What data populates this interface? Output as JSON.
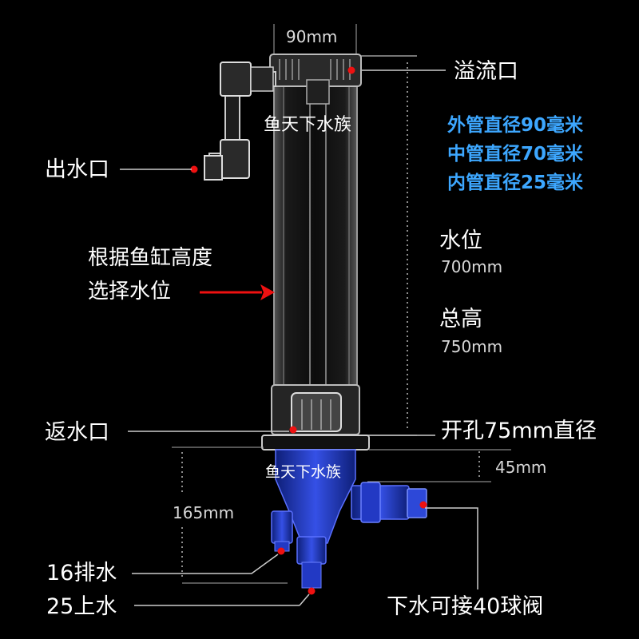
{
  "labels": {
    "top_width": "90mm",
    "overflow": "溢流口",
    "outlet": "出水口",
    "brand_top": "鱼天下水族",
    "spec_outer": "外管直径90毫米",
    "spec_mid": "中管直径70毫米",
    "spec_inner": "内管直径25毫米",
    "choose_line1": "根据鱼缸高度",
    "choose_line2": "选择水位",
    "water_level": "水位",
    "water_level_value": "700mm",
    "total_height": "总高",
    "total_height_value": "750mm",
    "return": "返水口",
    "hole": "开孔75mm直径",
    "dim_45": "45mm",
    "brand_bottom": "鱼天下水族",
    "dim_165": "165mm",
    "drain16": "16排水",
    "inlet25": "25上水",
    "downpipe": "下水可接40球阀"
  },
  "colors": {
    "background": "#000000",
    "spec_text": "#3da7ff",
    "accent_red": "#ee1111",
    "fitting_blue": "#2a3fc8"
  }
}
